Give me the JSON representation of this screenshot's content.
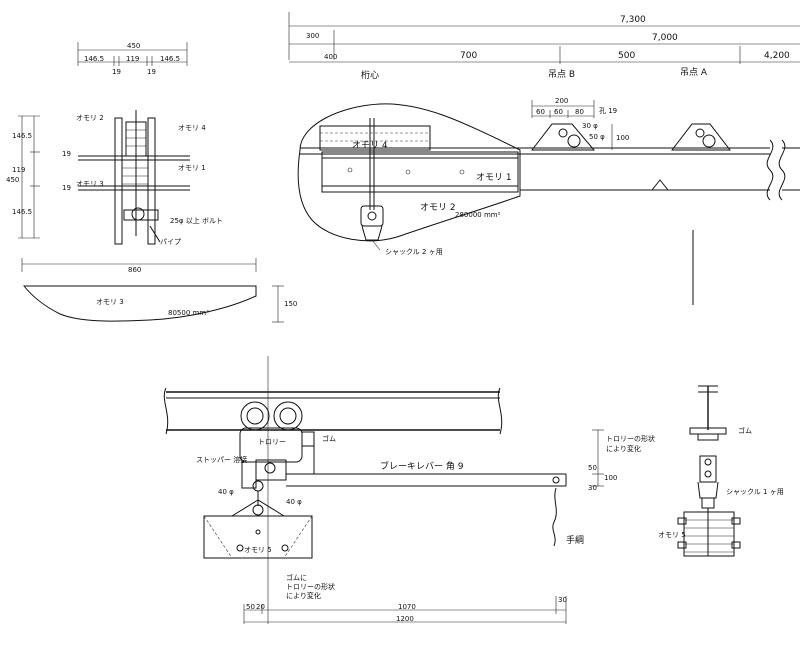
{
  "top_dims": {
    "d7300": "7,300",
    "d300": "300",
    "d7000": "7,000",
    "d400": "400",
    "d700": "700",
    "d500": "500",
    "d4200": "4,200"
  },
  "points": {
    "center": "桁心",
    "hang_b": "吊点 B",
    "hang_a": "吊点 A"
  },
  "plate_dims": {
    "d200": "200",
    "d60a": "60",
    "d60b": "60",
    "d80": "80",
    "hole19": "孔 19",
    "hole30": "30 φ",
    "hole50": "50 φ",
    "d100": "100"
  },
  "side_view": {
    "omori4": "オモリ 4",
    "omori1": "オモリ 1",
    "omori2": "オモリ 2",
    "area": "280000 mm²",
    "shackle": "シャックル 2 ヶ用"
  },
  "front_view": {
    "width450": "450",
    "w1465a": "146.5",
    "w119": "119",
    "w1465b": "146.5",
    "w19a": "19",
    "w19b": "19",
    "omori2": "オモリ 2",
    "omori4": "オモリ 4",
    "omori1": "オモリ 1",
    "omori3": "オモリ 3",
    "bolt": "25φ 以上 ボルト",
    "pipe": "パイプ",
    "h450": "450",
    "h1465a": "146.5",
    "h119": "119",
    "h1465b": "146.5",
    "d19a": "19",
    "d19b": "19"
  },
  "omori3_view": {
    "width": "860",
    "label": "オモリ 3",
    "area": "80500 mm²",
    "height": "150"
  },
  "trolley_view": {
    "trolley": "トロリー",
    "rubber": "ゴム",
    "stopper": "ストッパー 溶接",
    "brake_lever": "ブレーキレバー 角 9",
    "d40a": "40 φ",
    "d40b": "40 φ",
    "omori5": "オモリ 5",
    "note_rubber": "ゴムに",
    "note_trolley": "トロリーの形状",
    "note_change": "により変化",
    "hand_rope": "手綱",
    "trolley_note1": "トロリーの形状",
    "trolley_note2": "により変化",
    "d30": "30",
    "d100": "100",
    "d50": "50",
    "d1070": "1070",
    "d1200": "1200",
    "d50a": "50",
    "d20": "20",
    "d30b": "30"
  },
  "detail_view": {
    "rubber": "ゴム",
    "shackle": "シャックル 1 ヶ用",
    "omori5": "オモリ 5"
  }
}
